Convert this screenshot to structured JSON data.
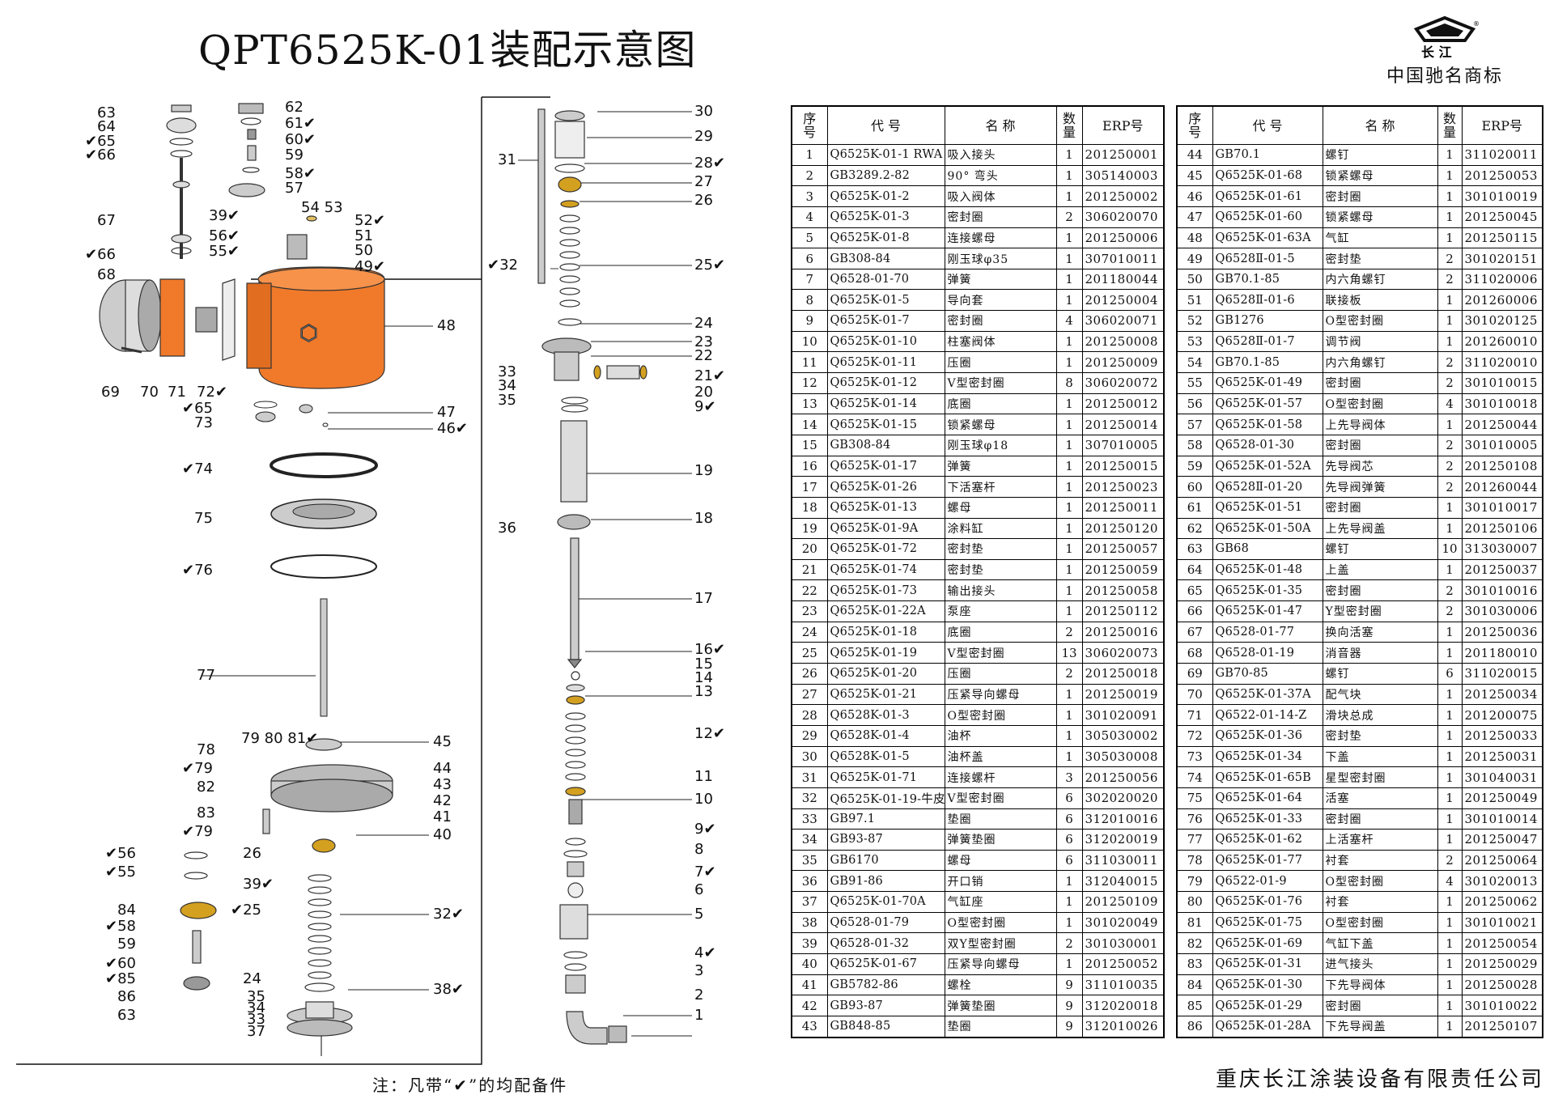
{
  "title": "QPT6525K-01装配示意图",
  "brand": {
    "caption": "中国驰名商标",
    "logo_text": "长 江",
    "registered": "®"
  },
  "note": "注：凡带“✔”的均配备件",
  "company": "重庆长江涂装设备有限责任公司",
  "colors": {
    "housing": "#f07a2a",
    "brass": "#d4a020",
    "metal": "#bdbdbd"
  },
  "table_headers": {
    "seq": "序\n号",
    "code": "代 号",
    "name": "名 称",
    "qty": "数\n量",
    "erp": "ERP号"
  },
  "parts_left": [
    [
      "1",
      "Q6525K-01-1 RWA",
      "吸入接头",
      "1",
      "201250001"
    ],
    [
      "2",
      "GB3289.2-82",
      "90° 弯头",
      "1",
      "305140003"
    ],
    [
      "3",
      "Q6525K-01-2",
      "吸入阀体",
      "1",
      "201250002"
    ],
    [
      "4",
      "Q6525K-01-3",
      "密封圈",
      "2",
      "306020070"
    ],
    [
      "5",
      "Q6525K-01-8",
      "连接螺母",
      "1",
      "201250006"
    ],
    [
      "6",
      "GB308-84",
      "刚玉球φ35",
      "1",
      "307010011"
    ],
    [
      "7",
      "Q6528-01-70",
      "弹簧",
      "1",
      "201180044"
    ],
    [
      "8",
      "Q6525K-01-5",
      "导向套",
      "1",
      "201250004"
    ],
    [
      "9",
      "Q6525K-01-7",
      "密封圈",
      "4",
      "306020071"
    ],
    [
      "10",
      "Q6525K-01-10",
      "柱塞阀体",
      "1",
      "201250008"
    ],
    [
      "11",
      "Q6525K-01-11",
      "压圈",
      "1",
      "201250009"
    ],
    [
      "12",
      "Q6525K-01-12",
      "V型密封圈",
      "8",
      "306020072"
    ],
    [
      "13",
      "Q6525K-01-14",
      "底圈",
      "1",
      "201250012"
    ],
    [
      "14",
      "Q6525K-01-15",
      "锁紧螺母",
      "1",
      "201250014"
    ],
    [
      "15",
      "GB308-84",
      "刚玉球φ18",
      "1",
      "307010005"
    ],
    [
      "16",
      "Q6525K-01-17",
      "弹簧",
      "1",
      "201250015"
    ],
    [
      "17",
      "Q6525K-01-26",
      "下活塞杆",
      "1",
      "201250023"
    ],
    [
      "18",
      "Q6525K-01-13",
      "螺母",
      "1",
      "201250011"
    ],
    [
      "19",
      "Q6525K-01-9A",
      "涂料缸",
      "1",
      "201250120"
    ],
    [
      "20",
      "Q6525K-01-72",
      "密封垫",
      "1",
      "201250057"
    ],
    [
      "21",
      "Q6525K-01-74",
      "密封垫",
      "1",
      "201250059"
    ],
    [
      "22",
      "Q6525K-01-73",
      "输出接头",
      "1",
      "201250058"
    ],
    [
      "23",
      "Q6525K-01-22A",
      "泵座",
      "1",
      "201250112"
    ],
    [
      "24",
      "Q6525K-01-18",
      "底圈",
      "2",
      "201250016"
    ],
    [
      "25",
      "Q6525K-01-19",
      "V型密封圈",
      "13",
      "306020073"
    ],
    [
      "26",
      "Q6525K-01-20",
      "压圈",
      "2",
      "201250018"
    ],
    [
      "27",
      "Q6525K-01-21",
      "压紧导向螺母",
      "1",
      "201250019"
    ],
    [
      "28",
      "Q6528K-01-3",
      "O型密封圈",
      "1",
      "301020091"
    ],
    [
      "29",
      "Q6528K-01-4",
      "油杯",
      "1",
      "305030002"
    ],
    [
      "30",
      "Q6528K-01-5",
      "油杯盖",
      "1",
      "305030008"
    ],
    [
      "31",
      "Q6525K-01-71",
      "连接螺杆",
      "3",
      "201250056"
    ],
    [
      "32",
      "Q6525K-01-19-牛皮",
      "V型密封圈",
      "6",
      "302020020"
    ],
    [
      "33",
      "GB97.1",
      "垫圈",
      "6",
      "312010016"
    ],
    [
      "34",
      "GB93-87",
      "弹簧垫圈",
      "6",
      "312020019"
    ],
    [
      "35",
      "GB6170",
      "螺母",
      "6",
      "311030011"
    ],
    [
      "36",
      "GB91-86",
      "开口销",
      "1",
      "312040015"
    ],
    [
      "37",
      "Q6525K-01-70A",
      "气缸座",
      "1",
      "201250109"
    ],
    [
      "38",
      "Q6528-01-79",
      "O型密封圈",
      "1",
      "301020049"
    ],
    [
      "39",
      "Q6528-01-32",
      "双Y型密封圈",
      "2",
      "301030001"
    ],
    [
      "40",
      "Q6525K-01-67",
      "压紧导向螺母",
      "1",
      "201250052"
    ],
    [
      "41",
      "GB5782-86",
      "螺栓",
      "9",
      "311010035"
    ],
    [
      "42",
      "GB93-87",
      "弹簧垫圈",
      "9",
      "312020018"
    ],
    [
      "43",
      "GB848-85",
      "垫圈",
      "9",
      "312010026"
    ]
  ],
  "parts_right": [
    [
      "44",
      "GB70.1",
      "螺钉",
      "1",
      "311020011"
    ],
    [
      "45",
      "Q6525K-01-68",
      "锁紧螺母",
      "1",
      "201250053"
    ],
    [
      "46",
      "Q6525K-01-61",
      "密封圈",
      "1",
      "301010019"
    ],
    [
      "47",
      "Q6525K-01-60",
      "锁紧螺母",
      "1",
      "201250045"
    ],
    [
      "48",
      "Q6525K-01-63A",
      "气缸",
      "1",
      "201250115"
    ],
    [
      "49",
      "Q6528Ⅱ-01-5",
      "密封垫",
      "2",
      "301020151"
    ],
    [
      "50",
      "GB70.1-85",
      "内六角螺钉",
      "2",
      "311020006"
    ],
    [
      "51",
      "Q6528Ⅱ-01-6",
      "联接板",
      "1",
      "201260006"
    ],
    [
      "52",
      "GB1276",
      "O型密封圈",
      "1",
      "301020125"
    ],
    [
      "53",
      "Q6528Ⅱ-01-7",
      "调节阀",
      "1",
      "201260010"
    ],
    [
      "54",
      "GB70.1-85",
      "内六角螺钉",
      "2",
      "311020010"
    ],
    [
      "55",
      "Q6525K-01-49",
      "密封圈",
      "2",
      "301010015"
    ],
    [
      "56",
      "Q6525K-01-57",
      "O型密封圈",
      "4",
      "301010018"
    ],
    [
      "57",
      "Q6525K-01-58",
      "上先导阀体",
      "1",
      "201250044"
    ],
    [
      "58",
      "Q6528-01-30",
      "密封圈",
      "2",
      "301010005"
    ],
    [
      "59",
      "Q6525K-01-52A",
      "先导阀芯",
      "2",
      "201250108"
    ],
    [
      "60",
      "Q6528Ⅱ-01-20",
      "先导阀弹簧",
      "2",
      "201260044"
    ],
    [
      "61",
      "Q6525K-01-51",
      "密封圈",
      "1",
      "301010017"
    ],
    [
      "62",
      "Q6525K-01-50A",
      "上先导阀盖",
      "1",
      "201250106"
    ],
    [
      "63",
      "GB68",
      "螺钉",
      "10",
      "313030007"
    ],
    [
      "64",
      "Q6525K-01-48",
      "上盖",
      "1",
      "201250037"
    ],
    [
      "65",
      "Q6525K-01-35",
      "密封圈",
      "2",
      "301010016"
    ],
    [
      "66",
      "Q6525K-01-47",
      "Y型密封圈",
      "2",
      "301030006"
    ],
    [
      "67",
      "Q6528-01-77",
      "换向活塞",
      "1",
      "201250036"
    ],
    [
      "68",
      "Q6528-01-19",
      "消音器",
      "1",
      "201180010"
    ],
    [
      "69",
      "GB70-85",
      "螺钉",
      "6",
      "311020015"
    ],
    [
      "70",
      "Q6525K-01-37A",
      "配气块",
      "1",
      "201250034"
    ],
    [
      "71",
      "Q6522-01-14-Z",
      "滑块总成",
      "1",
      "201200075"
    ],
    [
      "72",
      "Q6525K-01-36",
      "密封垫",
      "1",
      "201250033"
    ],
    [
      "73",
      "Q6525K-01-34",
      "下盖",
      "1",
      "201250031"
    ],
    [
      "74",
      "Q6525K-01-65B",
      "星型密封圈",
      "1",
      "301040031"
    ],
    [
      "75",
      "Q6525K-01-64",
      "活塞",
      "1",
      "201250049"
    ],
    [
      "76",
      "Q6525K-01-33",
      "密封圈",
      "1",
      "301010014"
    ],
    [
      "77",
      "Q6525K-01-62",
      "上活塞杆",
      "1",
      "201250047"
    ],
    [
      "78",
      "Q6525K-01-77",
      "衬套",
      "2",
      "201250064"
    ],
    [
      "79",
      "Q6522-01-9",
      "O型密封圈",
      "4",
      "301020013"
    ],
    [
      "80",
      "Q6525K-01-76",
      "衬套",
      "1",
      "201250062"
    ],
    [
      "81",
      "Q6525K-01-75",
      "O型密封圈",
      "1",
      "301010021"
    ],
    [
      "82",
      "Q6525K-01-69",
      "气缸下盖",
      "1",
      "201250054"
    ],
    [
      "83",
      "Q6525K-01-31",
      "进气接头",
      "1",
      "201250029"
    ],
    [
      "84",
      "Q6525K-01-30",
      "下先导阀体",
      "1",
      "201250028"
    ],
    [
      "85",
      "Q6525K-01-29",
      "密封圈",
      "1",
      "301010022"
    ],
    [
      "86",
      "Q6525K-01-28A",
      "下先导阀盖",
      "1",
      "201250107"
    ]
  ],
  "callouts": [
    {
      "t": "63"
    },
    {
      "t": "64"
    },
    {
      "t": "✔65"
    },
    {
      "t": "✔66"
    },
    {
      "t": "62"
    },
    {
      "t": "61✔"
    },
    {
      "t": "60✔"
    },
    {
      "t": "59"
    },
    {
      "t": "58✔"
    },
    {
      "t": "57"
    },
    {
      "t": "39✔"
    },
    {
      "t": "54 53"
    },
    {
      "t": "52✔"
    },
    {
      "t": "51"
    },
    {
      "t": "50"
    },
    {
      "t": "49✔"
    },
    {
      "t": "56✔"
    },
    {
      "t": "55✔"
    },
    {
      "t": "67"
    },
    {
      "t": "✔66"
    },
    {
      "t": "68"
    },
    {
      "t": "48"
    },
    {
      "t": "69"
    },
    {
      "t": "70"
    },
    {
      "t": "71"
    },
    {
      "t": "72✔"
    },
    {
      "t": "✔65"
    },
    {
      "t": "73"
    },
    {
      "t": "47"
    },
    {
      "t": "46✔"
    },
    {
      "t": "✔74"
    },
    {
      "t": "75"
    },
    {
      "t": "✔76"
    },
    {
      "t": "77"
    },
    {
      "t": "79 80 81✔"
    },
    {
      "t": "78"
    },
    {
      "t": "✔79"
    },
    {
      "t": "82"
    },
    {
      "t": "83"
    },
    {
      "t": "✔79"
    },
    {
      "t": "45"
    },
    {
      "t": "44"
    },
    {
      "t": "43"
    },
    {
      "t": "42"
    },
    {
      "t": "41"
    },
    {
      "t": "40"
    },
    {
      "t": "✔56"
    },
    {
      "t": "✔55"
    },
    {
      "t": "26"
    },
    {
      "t": "39✔"
    },
    {
      "t": "84"
    },
    {
      "t": "✔58"
    },
    {
      "t": "59"
    },
    {
      "t": "✔60"
    },
    {
      "t": "✔85"
    },
    {
      "t": "86"
    },
    {
      "t": "63"
    },
    {
      "t": "✔25"
    },
    {
      "t": "24"
    },
    {
      "t": "35"
    },
    {
      "t": "34"
    },
    {
      "t": "33"
    },
    {
      "t": "37"
    },
    {
      "t": "32✔"
    },
    {
      "t": "38✔"
    },
    {
      "t": "30"
    },
    {
      "t": "29"
    },
    {
      "t": "31"
    },
    {
      "t": "28✔"
    },
    {
      "t": "27"
    },
    {
      "t": "26"
    },
    {
      "t": "✔32"
    },
    {
      "t": "25✔"
    },
    {
      "t": "24"
    },
    {
      "t": "23"
    },
    {
      "t": "22"
    },
    {
      "t": "33"
    },
    {
      "t": "34"
    },
    {
      "t": "35"
    },
    {
      "t": "21✔"
    },
    {
      "t": "20"
    },
    {
      "t": "9✔"
    },
    {
      "t": "19"
    },
    {
      "t": "36"
    },
    {
      "t": "18"
    },
    {
      "t": "17"
    },
    {
      "t": "16✔"
    },
    {
      "t": "15"
    },
    {
      "t": "14"
    },
    {
      "t": "13"
    },
    {
      "t": "12✔"
    },
    {
      "t": "11"
    },
    {
      "t": "10"
    },
    {
      "t": "9✔"
    },
    {
      "t": "8"
    },
    {
      "t": "7✔"
    },
    {
      "t": "6"
    },
    {
      "t": "5"
    },
    {
      "t": "4✔"
    },
    {
      "t": "3"
    },
    {
      "t": "2"
    },
    {
      "t": "1"
    }
  ]
}
